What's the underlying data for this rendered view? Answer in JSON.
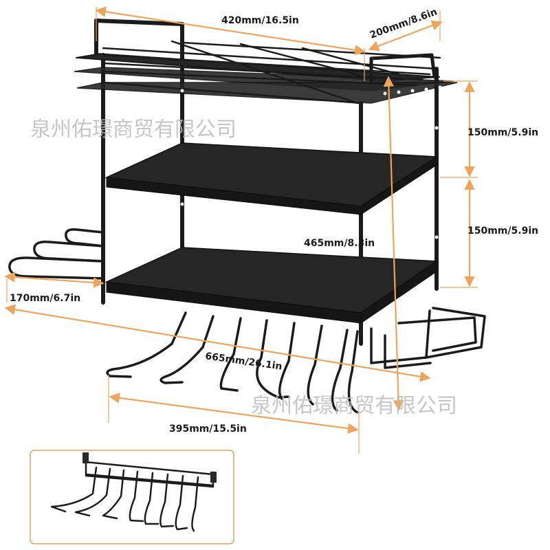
{
  "dimensions": {
    "top_width": "420mm/16.5in",
    "top_depth": "200mm/8.6in",
    "upper_gap": "150mm/5.9in",
    "lower_gap": "150mm/5.9in",
    "total_height": "465mm/8.3in",
    "side_hook_depth": "170mm/6.7in",
    "overall_width": "665mm/26.1in",
    "bottom_hook_width": "395mm/15.5in"
  },
  "watermarks": {
    "upper": "泉州佑璟商贸有限公司",
    "lower": "泉州佑璟商贸有限公司"
  },
  "colors": {
    "dimension_line": "#f0a35a",
    "rack": "#1b1b1b",
    "inset_border": "#e0a060"
  }
}
